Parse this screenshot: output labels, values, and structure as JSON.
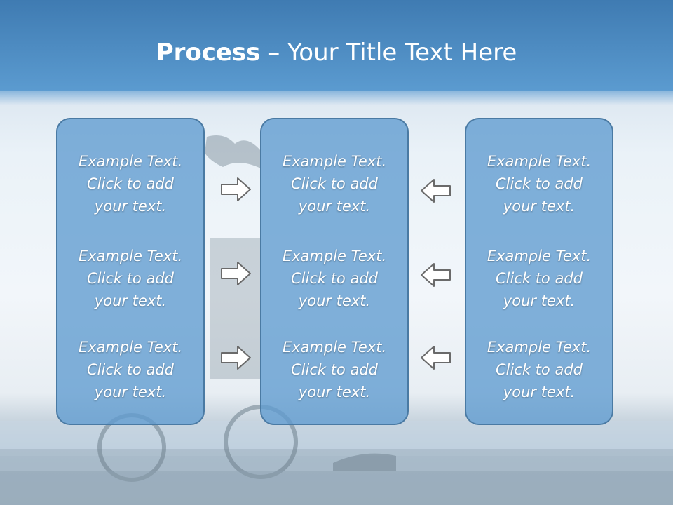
{
  "title": {
    "bold": "Process",
    "rest": " – Your Title Text Here"
  },
  "columns": [
    {
      "items": [
        {
          "l1": "Example Text.",
          "l2": "Click  to add",
          "l3": "your text."
        },
        {
          "l1": "Example Text.",
          "l2": "Click  to add",
          "l3": "your text."
        },
        {
          "l1": "Example Text.",
          "l2": "Click  to add",
          "l3": "your text."
        }
      ]
    },
    {
      "items": [
        {
          "l1": "Example Text.",
          "l2": "Click  to add",
          "l3": "your text."
        },
        {
          "l1": "Example Text.",
          "l2": "Click  to add",
          "l3": "your text."
        },
        {
          "l1": "Example Text.",
          "l2": "Click  to add",
          "l3": "your text."
        }
      ]
    },
    {
      "items": [
        {
          "l1": "Example Text.",
          "l2": "Click  to add",
          "l3": "your text."
        },
        {
          "l1": "Example Text.",
          "l2": "Click  to add",
          "l3": "your text."
        },
        {
          "l1": "Example Text.",
          "l2": "Click  to add",
          "l3": "your text."
        }
      ]
    }
  ],
  "icons": {
    "right": "arrow-right-icon",
    "left": "arrow-left-icon"
  },
  "colors": {
    "header": "#4a86bd",
    "box_fill": "#5f9bd0",
    "box_border": "#4a7aa3",
    "arrow_stroke": "#6a6a6a"
  }
}
